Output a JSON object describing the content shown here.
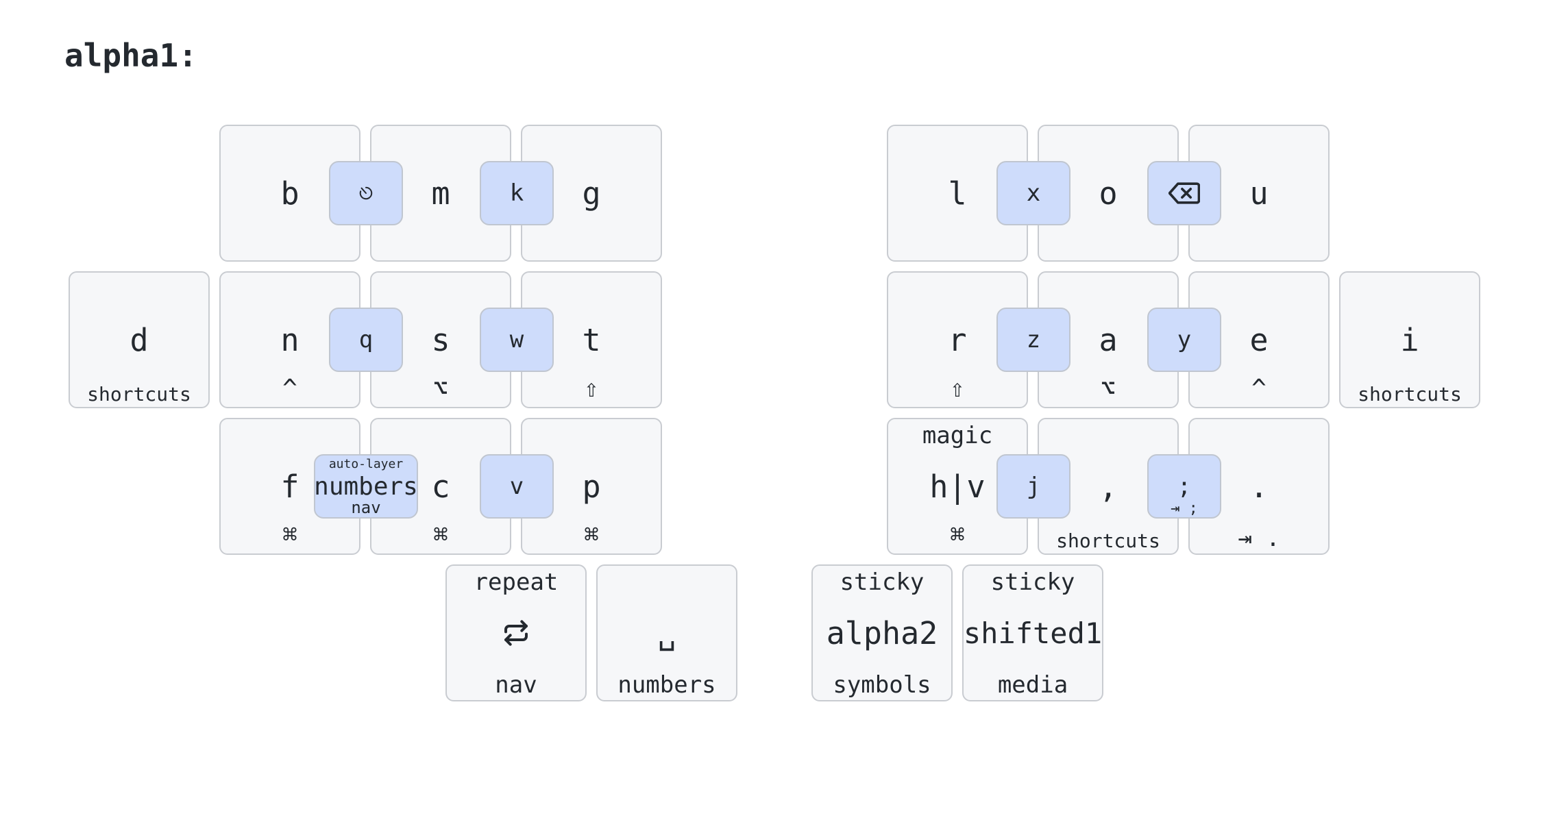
{
  "layer_title": "alpha1:",
  "keys": {
    "b": {
      "tap": "b"
    },
    "m": {
      "tap": "m"
    },
    "g": {
      "tap": "g"
    },
    "l": {
      "tap": "l"
    },
    "o": {
      "tap": "o"
    },
    "u": {
      "tap": "u"
    },
    "d": {
      "tap": "d",
      "hold": "shortcuts"
    },
    "n": {
      "tap": "n",
      "hold": "^"
    },
    "s": {
      "tap": "s",
      "hold": "⌥"
    },
    "t": {
      "tap": "t",
      "hold": "⇧"
    },
    "r": {
      "tap": "r",
      "hold": "⇧"
    },
    "a": {
      "tap": "a",
      "hold": "⌥"
    },
    "e": {
      "tap": "e",
      "hold": "^"
    },
    "i": {
      "tap": "i",
      "hold": "shortcuts"
    },
    "f": {
      "tap": "f",
      "hold": "⌘"
    },
    "c": {
      "tap": "c",
      "hold": "⌘"
    },
    "p": {
      "tap": "p",
      "hold": "⌘"
    },
    "hv": {
      "shifted": "magic",
      "tap": "h|v",
      "hold": "⌘"
    },
    "comma": {
      "tap": ",",
      "hold": "shortcuts"
    },
    "period": {
      "tap": ".",
      "hold": "⇥ ."
    },
    "repeat": {
      "shifted": "repeat",
      "icon": "repeat-icon",
      "hold": "nav"
    },
    "space": {
      "tap": "␣",
      "hold": "numbers"
    },
    "alpha2": {
      "shifted": "sticky",
      "tap": "alpha2",
      "hold": "symbols"
    },
    "shifted1": {
      "shifted": "sticky",
      "tap": "shifted1",
      "hold": "media"
    }
  },
  "combos": {
    "bm": {
      "icon": "timer-icon"
    },
    "mg": {
      "tap": "k"
    },
    "lo": {
      "tap": "x"
    },
    "ou": {
      "icon": "backspace-icon"
    },
    "ns": {
      "tap": "q"
    },
    "st": {
      "tap": "w"
    },
    "ra": {
      "tap": "z"
    },
    "ae": {
      "tap": "y"
    },
    "fc": {
      "top": "auto-layer",
      "tap": "numbers",
      "bottom": "nav"
    },
    "cp": {
      "tap": "v"
    },
    "hcomma": {
      "tap": "j"
    },
    "commaperiod": {
      "tap": ";",
      "bottom": "⇥ ;"
    }
  }
}
